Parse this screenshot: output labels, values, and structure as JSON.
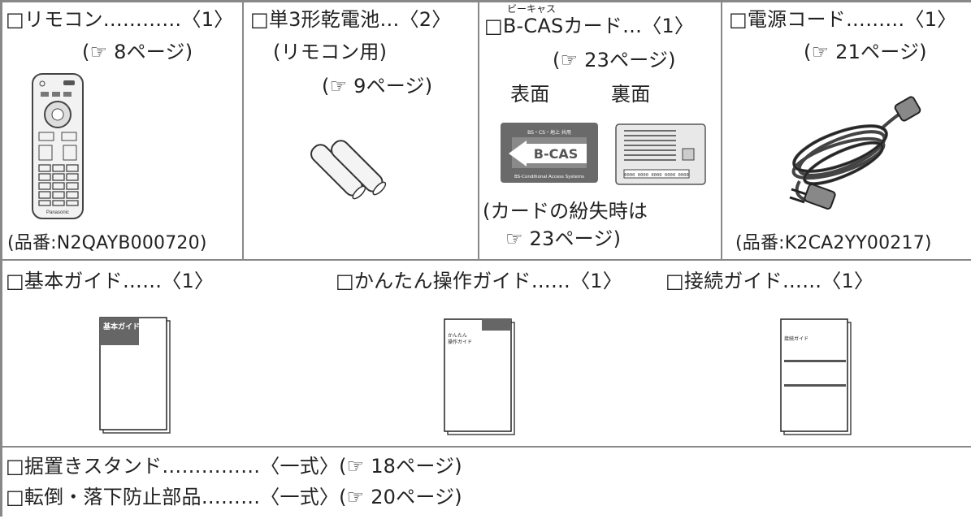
{
  "items": {
    "remote": {
      "name": "□リモコン",
      "qty": "〈1〉",
      "dots": "…………",
      "ref": "(☞ 8ページ)",
      "part": "(品番:N2QAYB000720)",
      "brand": "Panasonic"
    },
    "batteries": {
      "name": "□単3形乾電池",
      "dots": "…",
      "qty": "〈2〉",
      "sub": "(リモコン用)",
      "ref": "(☞ 9ページ)"
    },
    "bcas": {
      "furigana": "ビーキャス",
      "name": "□B-CASカード",
      "dots": "…",
      "qty": "〈1〉",
      "ref": "(☞ 23ページ)",
      "front_label": "表面",
      "back_label": "裏面",
      "card_logo": "B-CAS",
      "card_sub": "BS-Conditional Access Systems",
      "card_top": "BS・CS・地上 共用",
      "card_number": "0000 0000 0000 0000 0000",
      "lost_line1": "(カードの紛失時は",
      "lost_line2": "☞ 23ページ)"
    },
    "cord": {
      "name": "□電源コード",
      "dots": "………",
      "qty": "〈1〉",
      "ref": "(☞ 21ページ)",
      "part": "(品番:K2CA2YY00217)"
    },
    "basic_guide": {
      "name": "□基本ガイド",
      "dots": "……",
      "qty": "〈1〉",
      "cover_text": "基本ガイド"
    },
    "easy_guide": {
      "name": "□かんたん操作ガイド",
      "dots": "……",
      "qty": "〈1〉",
      "cover_line1": "かんたん",
      "cover_line2": "操作ガイド"
    },
    "connect_guide": {
      "name": "□接続ガイド",
      "dots": "……",
      "qty": "〈1〉",
      "cover_text": "接続ガイド"
    },
    "stand": {
      "name": "□据置きスタンド",
      "dots": "……………",
      "qty": "〈一式〉",
      "ref": "(☞ 18ページ)"
    },
    "fall_parts": {
      "name": "□転倒・落下防止部品",
      "dots": "………",
      "qty": "〈一式〉",
      "ref": "(☞ 20ページ)"
    }
  }
}
